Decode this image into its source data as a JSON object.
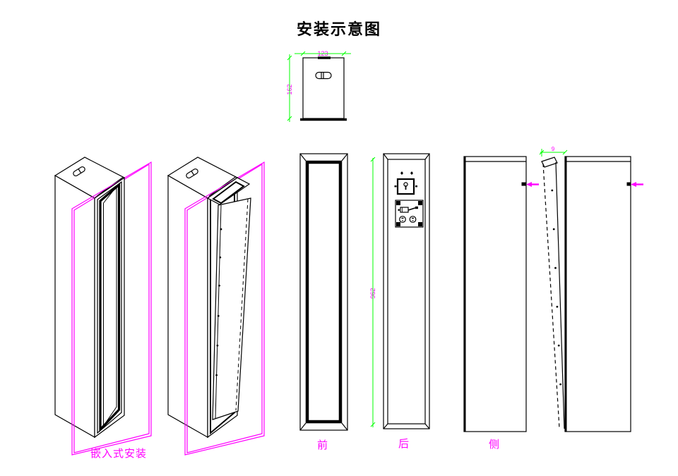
{
  "title": "安装示意图",
  "colors": {
    "line": "#000000",
    "accent": "#ff00ff",
    "dimension": "#00ff00",
    "background": "#ffffff"
  },
  "top_view": {
    "width_dim": "123",
    "depth_dim": "162"
  },
  "iso_views": {
    "caption": "嵌入式安装"
  },
  "ortho_views": {
    "front_label": "前",
    "rear_label": "后",
    "side_label": "侧",
    "rear_height_dim": "962",
    "door_open_dim": "9"
  }
}
